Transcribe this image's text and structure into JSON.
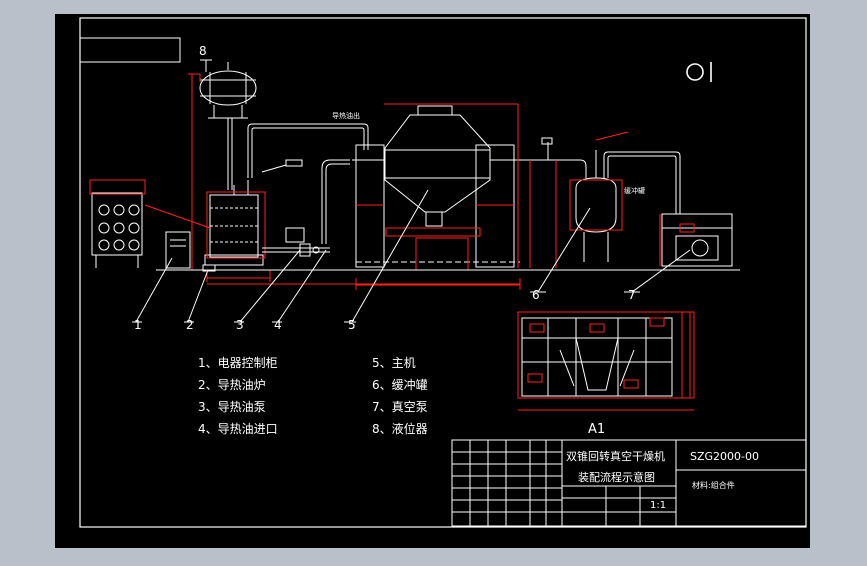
{
  "drawing": {
    "title_line1": "双锥回转真空干燥机",
    "title_line2": "装配流程示意图",
    "drawing_number": "SZG2000-00",
    "material": "材料:组合件",
    "sheet_size": "A1",
    "scale": "1:1",
    "symbol": "O|"
  },
  "legend": [
    {
      "label": "1、电器控制柜"
    },
    {
      "label": "2、导热油炉"
    },
    {
      "label": "3、导热油泵"
    },
    {
      "label": "4、导热油进口"
    },
    {
      "label": "5、主机"
    },
    {
      "label": "6、缓冲罐"
    },
    {
      "label": "7、真空泵"
    },
    {
      "label": "8、液位器"
    }
  ],
  "callouts": [
    "1",
    "2",
    "3",
    "4",
    "5",
    "6",
    "7",
    "8"
  ],
  "labels": {
    "oil_out": "导热油出",
    "tank_label": "缓冲罐"
  },
  "colors": {
    "background": "#b9c0c9",
    "frame_bg": "#000000",
    "line": "#ffffff",
    "dimension": "#ff2020",
    "dim_text": "#00ff00"
  }
}
